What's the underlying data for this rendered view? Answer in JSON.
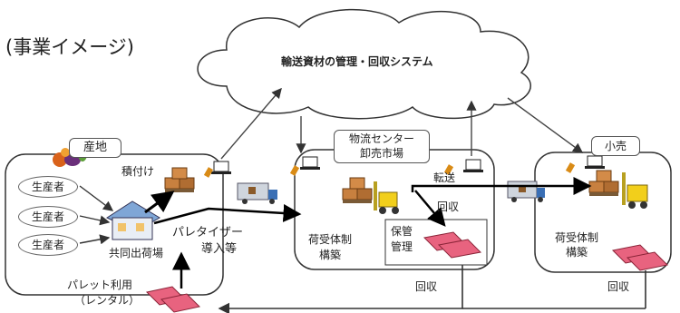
{
  "title": "(事業イメージ)",
  "cloud": {
    "label": "輸送資材の管理・回収システム"
  },
  "origin": {
    "label": "産地",
    "producers": [
      "生産者",
      "生産者",
      "生産者"
    ],
    "stacking": "積付け",
    "shipping": "共同出荷場",
    "palletizer_line1": "パレタイザー",
    "palletizer_line2": "導入等"
  },
  "center": {
    "label_line1": "物流センター",
    "label_line2": "卸売市場",
    "transship": "転送",
    "collect": "回収",
    "receive_line1": "荷受体制",
    "receive_line2": "構築",
    "storage_line1": "保管",
    "storage_line2": "管理",
    "collect_bottom": "回収"
  },
  "retail": {
    "label": "小売",
    "receive_line1": "荷受体制",
    "receive_line2": "構築",
    "collect_bottom": "回収"
  },
  "rental": {
    "line1": "パレット利用",
    "line2": "（レンタル）"
  }
}
